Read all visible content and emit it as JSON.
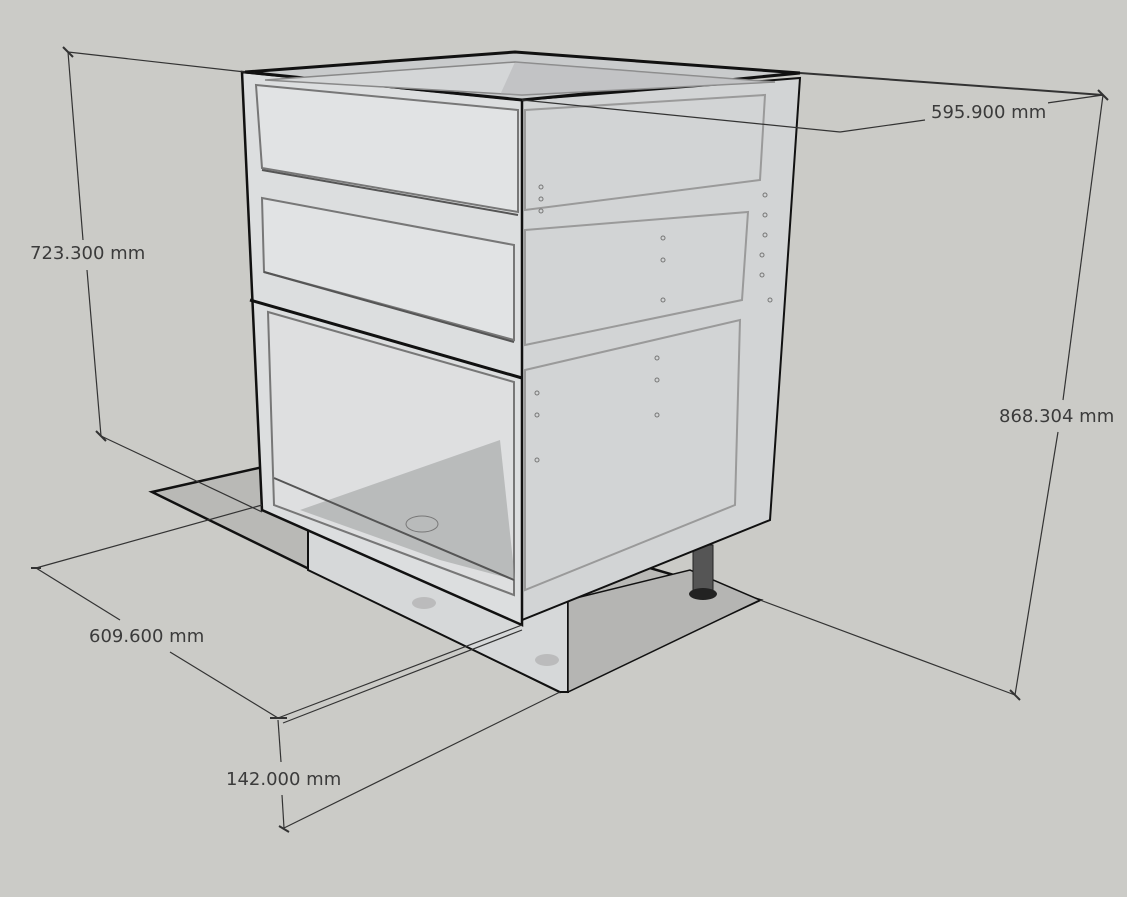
{
  "scene": {
    "type": "3D model viewport",
    "subject": "base cabinet with three drawers",
    "background_color": "#cbcbc7",
    "edge_color": "#111111",
    "glass_color": "#d9dbdc"
  },
  "dimensions": {
    "top_drawers_height": "723.300 mm",
    "width": "595.900 mm",
    "total_height": "868.304 mm",
    "depth": "609.600 mm",
    "plinth_height": "142.000 mm"
  }
}
